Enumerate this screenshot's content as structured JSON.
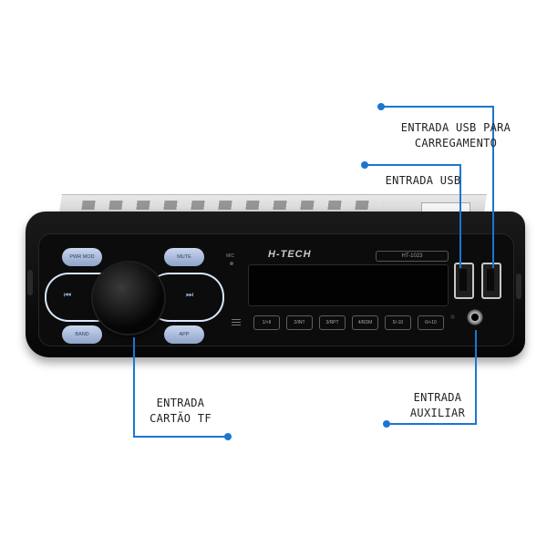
{
  "callouts": {
    "usb_charge": {
      "line1": "ENTRADA USB PARA",
      "line2": "CARREGAMENTO"
    },
    "usb": {
      "line1": "ENTRADA USB"
    },
    "tf": {
      "line1": "ENTRADA",
      "line2": "CARTÃO TF"
    },
    "aux": {
      "line1": "ENTRADA",
      "line2": "AUXILIAR"
    }
  },
  "device": {
    "brand": "H-TECH",
    "model": "HT-1023",
    "mic_label": "MIC",
    "buttons": {
      "power": "PWR MOD",
      "mute": "MUTE",
      "band": "BAND",
      "app": "APP"
    },
    "seek_prev": "⏮",
    "seek_next": "⏭",
    "presets": [
      "1/>II",
      "2/INT",
      "3/RPT",
      "4/RDM",
      "5/-10",
      "6/+10"
    ]
  },
  "colors": {
    "accent": "#1a76d2",
    "button_glow": "#c9d6ef"
  }
}
